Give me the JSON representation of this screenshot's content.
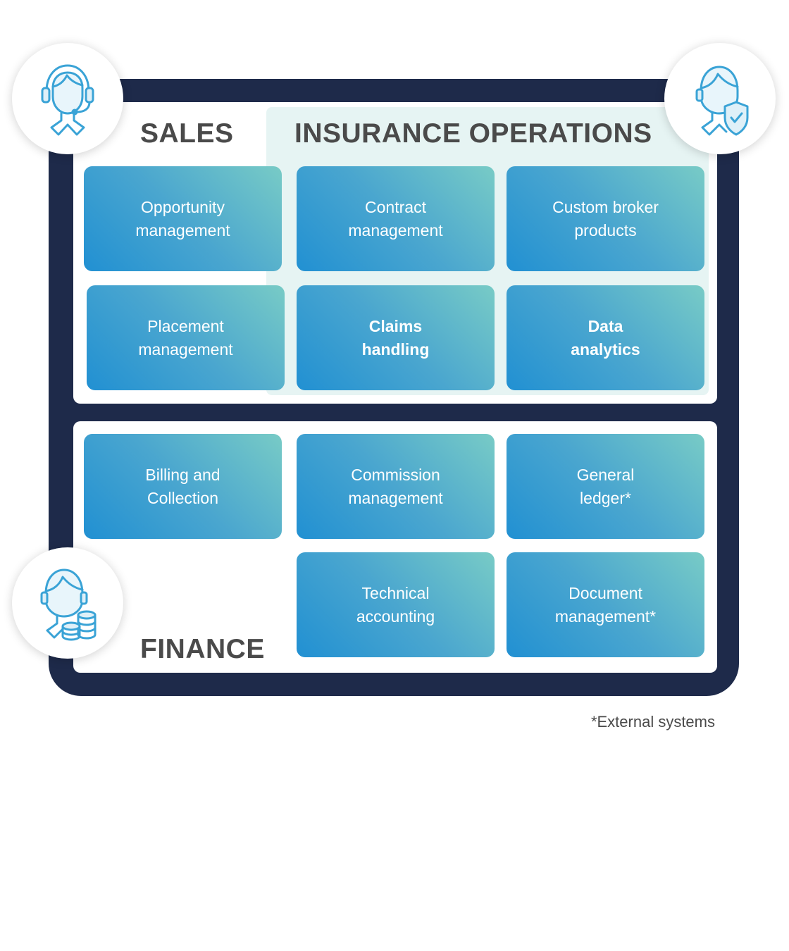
{
  "sections": {
    "sales": "SALES",
    "insurance_operations": "INSURANCE OPERATIONS",
    "finance": "FINANCE"
  },
  "cards": {
    "opportunity": "Opportunity\nmanagement",
    "contract": "Contract\nmanagement",
    "custom_broker": "Custom broker\nproducts",
    "placement": "Placement\nmanagement",
    "claims": "Claims\nhandling",
    "data_analytics": "Data\nanalytics",
    "billing": "Billing and\nCollection",
    "commission": "Commission\nmanagement",
    "general_ledger": "General\nledger*",
    "technical_accounting": "Technical\naccounting",
    "document": "Document\nmanagement*"
  },
  "footnote": "*External systems",
  "icons": {
    "sales": "headset-person-icon",
    "insurance_operations": "person-shield-icon",
    "finance": "person-coins-icon"
  },
  "colors": {
    "frame": "#1e2a4a",
    "card_start": "#2190d2",
    "card_end": "#78cbc6",
    "ops_region": "#e6f4f3",
    "heading": "#4a4a4a",
    "icon_stroke": "#3aa3d6"
  }
}
